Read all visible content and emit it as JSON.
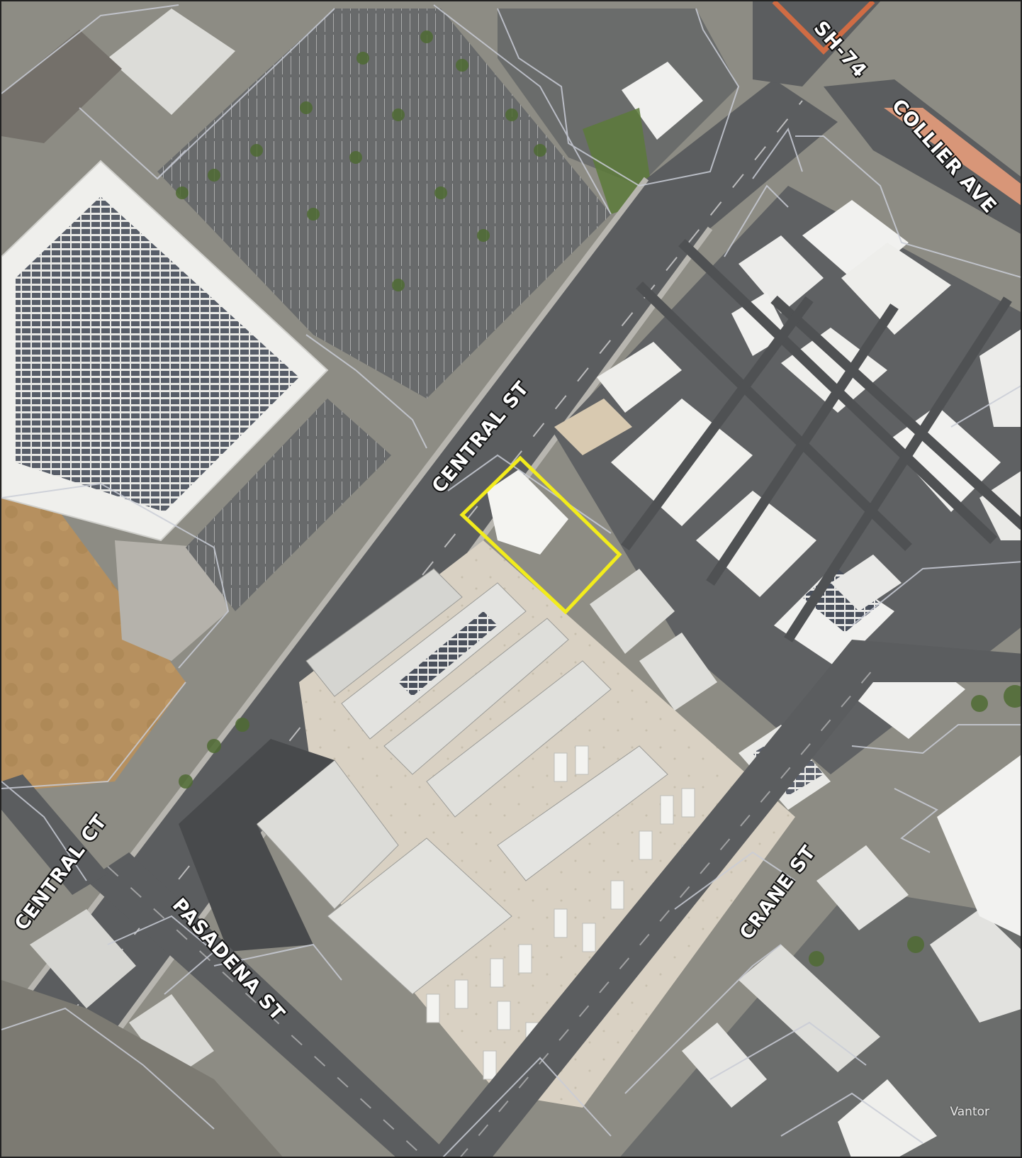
{
  "streets": {
    "central_st": "CENTRAL ST",
    "central_ct": "CENTRAL CT",
    "pasadena_st": "PASADENA ST",
    "crane_st": "CRANE ST",
    "collier_ave": "COLLIER AVE",
    "sh_74": "SH-74"
  },
  "attribution": "Vantor",
  "colors": {
    "highlight_outline": "#f2ec1c",
    "parcel_line": "#c9ccd6",
    "highway_casing": "#e56e3f",
    "road": "#5b5d5f",
    "roof": "#ededea",
    "vegetation": "#5c7a3a",
    "dirt_field": "#b6905f"
  },
  "icons": {
    "solar_panels": "solar-panel-array",
    "trees": "tree-canopy",
    "vehicles": "parked-vehicle"
  }
}
